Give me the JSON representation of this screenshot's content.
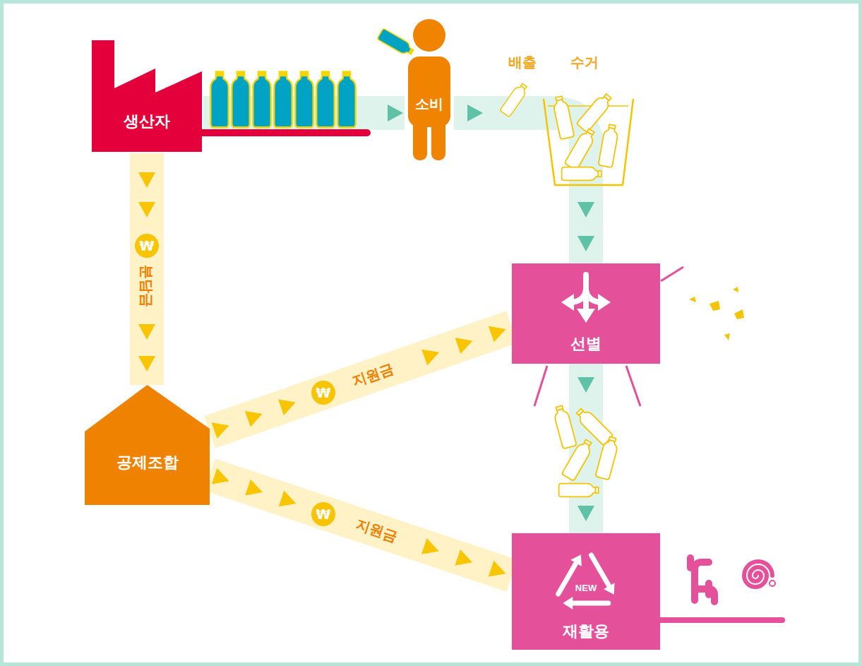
{
  "diagram": {
    "nodes": [
      {
        "text": [
          "생산자"
        ]
      },
      {
        "text": [
          "소비"
        ]
      },
      {
        "text": [
          "선별"
        ]
      },
      {
        "text": [
          "NEW",
          "재활용"
        ]
      },
      {
        "text": [
          "공제조합"
        ]
      }
    ],
    "edges": [
      {
        "from": 0,
        "to": 1,
        "arrow": "to"
      },
      {
        "from": 1,
        "to": 2,
        "arrow": "to"
      },
      {
        "from": 2,
        "to": 3,
        "arrow": "to"
      },
      {
        "from": 0,
        "to": 4,
        "label": "분담금",
        "arrow": "to"
      },
      {
        "from": 4,
        "to": 2,
        "label": "지원금",
        "arrow": "to"
      },
      {
        "from": 4,
        "to": 3,
        "label": "지원금",
        "arrow": "to"
      }
    ],
    "labels": [
      "배출",
      "수거",
      "₩",
      "₩",
      "₩"
    ]
  }
}
